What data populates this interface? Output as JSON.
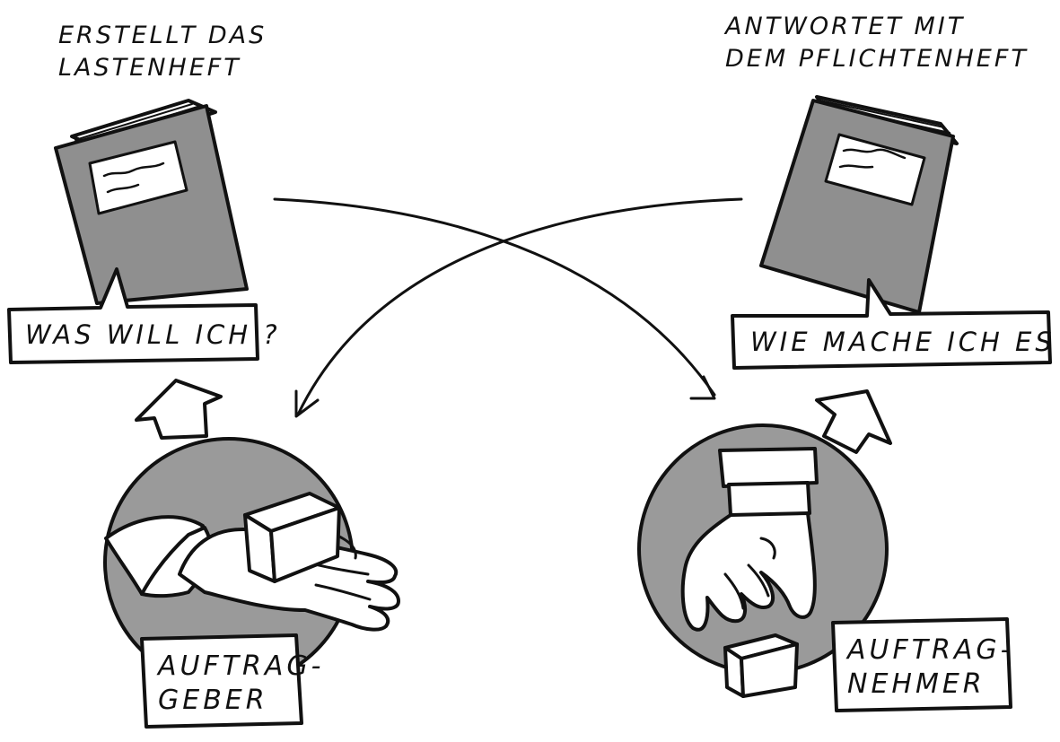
{
  "left": {
    "caption_line1": "ERSTELLT DAS",
    "caption_line2": "LASTENHEFT",
    "bubble": "WAS WILL ICH ?",
    "label_line1": "AUFTRAG-",
    "label_line2": "GEBER"
  },
  "right": {
    "caption_line1": "ANTWORTET MIT",
    "caption_line2": "DEM PFLICHTENHEFT",
    "bubble": "WIE MACHE ICH ES ?",
    "label_line1": "AUFTRAG-",
    "label_line2": "NEHMER"
  },
  "colors": {
    "ink": "#111111",
    "book_fill": "#8f8f8f",
    "circle_fill": "#9a9a9a",
    "paper": "#ffffff"
  }
}
